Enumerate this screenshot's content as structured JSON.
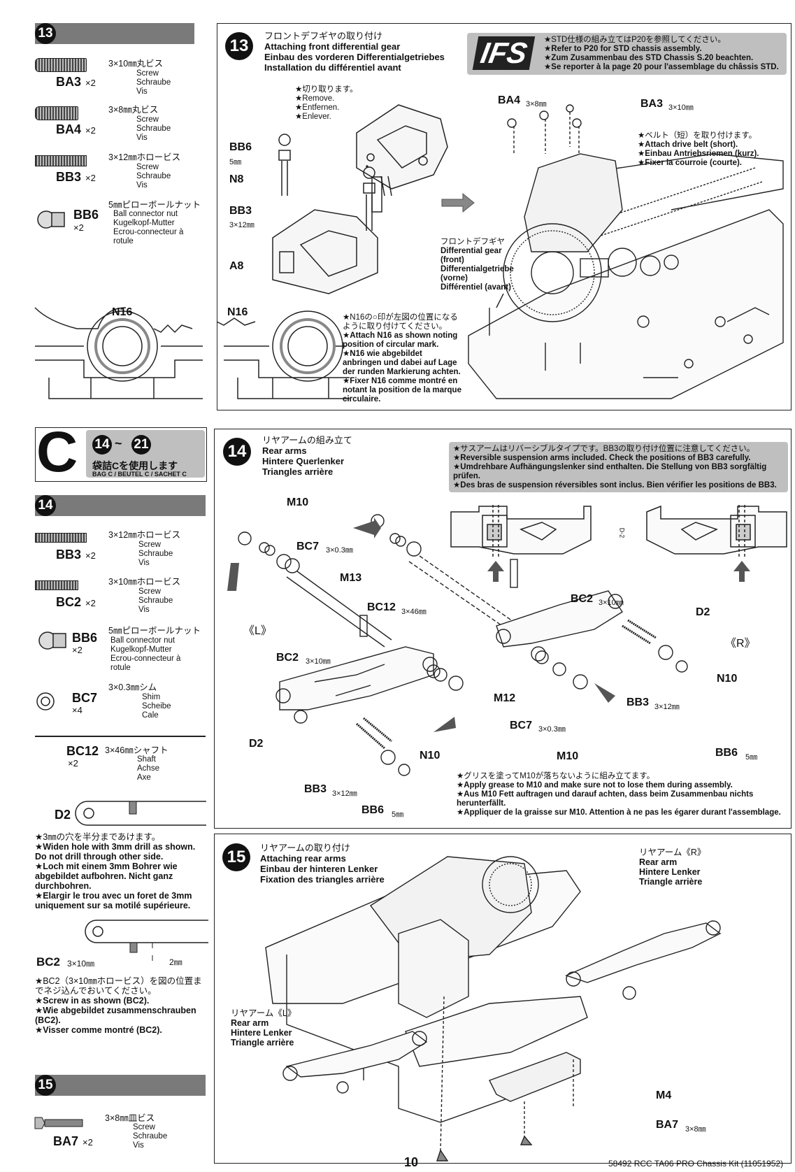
{
  "page": {
    "number": "10",
    "footer": "58492 RCC TA06 PRO Chassis Kit (11051952)"
  },
  "left": {
    "s13": {
      "num": "13",
      "parts": [
        {
          "code": "BA3",
          "qty": "×2",
          "jp": "3×10㎜丸ビス",
          "en": "Screw",
          "de": "Schraube",
          "fr": "Vis"
        },
        {
          "code": "BA4",
          "qty": "×2",
          "jp": "3×8㎜丸ビス",
          "en": "Screw",
          "de": "Schraube",
          "fr": "Vis"
        },
        {
          "code": "BB3",
          "qty": "×2",
          "jp": "3×12㎜ホロービス",
          "en": "Screw",
          "de": "Schraube",
          "fr": "Vis"
        },
        {
          "code": "BB6",
          "qty": "×2",
          "jp": "5㎜ピローボールナット",
          "en": "Ball connector nut",
          "de": "Kugelkopf-Mutter",
          "fr": "Ecrou-connecteur à rotule"
        }
      ]
    },
    "bagC": {
      "letter": "C",
      "range_a": "14",
      "range_sep": "~",
      "range_b": "21",
      "jp": "袋詰Cを使用します",
      "sub": "BAG C / BEUTEL C / SACHET C"
    },
    "s14": {
      "num": "14",
      "parts": [
        {
          "code": "BB3",
          "qty": "×2",
          "jp": "3×12㎜ホロービス",
          "en": "Screw",
          "de": "Schraube",
          "fr": "Vis"
        },
        {
          "code": "BC2",
          "qty": "×2",
          "jp": "3×10㎜ホロービス",
          "en": "Screw",
          "de": "Schraube",
          "fr": "Vis"
        },
        {
          "code": "BB6",
          "qty": "×2",
          "jp": "5㎜ピローボールナット",
          "en": "Ball connector nut",
          "de": "Kugelkopf-Mutter",
          "fr": "Ecrou-connecteur à rotule"
        },
        {
          "code": "BC7",
          "qty": "×4",
          "jp": "3×0.3㎜シム",
          "en": "Shim",
          "de": "Scheibe",
          "fr": "Cale"
        }
      ],
      "shaft": {
        "code": "BC12",
        "qty": "×2",
        "jp": "3×46㎜シャフト",
        "en": "Shaft",
        "de": "Achse",
        "fr": "Axe"
      },
      "d2_label": "D2",
      "drill_notes": [
        "★3㎜の穴を半分まであけます。",
        "★Widen hole with 3mm drill as shown. Do not drill through other side.",
        "★Loch mit einem 3mm Bohrer wie abgebildet aufbohren. Nicht ganz durchbohren.",
        "★Elargir le trou avec un foret de 3mm uniquement sur sa motilé supérieure."
      ],
      "bc2_label": "BC2",
      "bc2_size": "3×10㎜",
      "bc2_dim": "2㎜",
      "screw_notes": [
        "★BC2（3×10㎜ホロービス）を図の位置までネジ込んでおいてください。",
        "★Screw in as shown (BC2).",
        "★Wie abgebildet zusammenschrauben (BC2).",
        "★Visser comme montré (BC2)."
      ]
    },
    "s15": {
      "num": "15",
      "parts": [
        {
          "code": "BA7",
          "qty": "×2",
          "jp": "3×8㎜皿ビス",
          "en": "Screw",
          "de": "Schraube",
          "fr": "Vis"
        }
      ]
    }
  },
  "step13": {
    "num": "13",
    "titles": [
      "フロントデフギヤの取り付け",
      "Attaching front differential gear",
      "Einbau des vorderen Differentialgetriebes",
      "Installation du différentiel avant"
    ],
    "ifs": {
      "logo": "IFS",
      "notes": [
        "★STD仕様の組み立てはP20を参照してください。",
        "★Refer to P20 for STD chassis assembly.",
        "★Zum Zusammenbau des STD Chassis S.20 beachten.",
        "★Se reporter à la page 20 pour l'assemblage du châssis STD."
      ]
    },
    "remove": [
      "★切り取ります。",
      "★Remove.",
      "★Entfernen.",
      "★Enlever."
    ],
    "labels": {
      "bb6": "BB6",
      "bb6_size": "5㎜",
      "n8": "N8",
      "bb3": "BB3",
      "bb3_size": "3×12㎜",
      "a8": "A8",
      "n16a": "N16",
      "n16b": "N16",
      "ba4": "BA4",
      "ba4_size": "3×8㎜",
      "ba3": "BA3",
      "ba3_size": "3×10㎜"
    },
    "belt": [
      "★ベルト（短）を取り付けます。",
      "★Attach drive belt (short).",
      "★Einbau Antriebsriemen (kurz).",
      "★Fixer la courroie (courte)."
    ],
    "diff": [
      "フロントデフギヤ",
      "Differential gear",
      "(front)",
      "Differentialgetriebe",
      "(vorne)",
      "Différentiel (avant)"
    ],
    "n16_notes": [
      "★N16の○印が左図の位置になるように取り付けてください。",
      "★Attach N16 as shown noting position of circular mark.",
      "★N16 wie abgebildet anbringen und dabei auf Lage der runden Markierung achten.",
      "★Fixer N16 comme montré en notant la position de la marque circulaire."
    ]
  },
  "step14": {
    "num": "14",
    "titles": [
      "リヤアームの組み立て",
      "Rear arms",
      "Hintere Querlenker",
      "Triangles arrière"
    ],
    "notes": [
      "★サスアームはリバーシブルタイプです。BB3の取り付け位置に注意してください。",
      "★Reversible suspension arms included. Check the positions of BB3 carefully.",
      "★Umdrehbare Aufhängungslenker sind enthalten. Die Stellung von BB3 sorgfältig prüfen.",
      "★Des bras de suspension réversibles sont inclus. Bien vérifier les positions de BB3."
    ],
    "labels": {
      "m10a": "M10",
      "bc7a": "BC7",
      "bc7a_size": "3×0.3㎜",
      "m13": "M13",
      "bc12": "BC12",
      "bc12_size": "3×46㎜",
      "left": "《L》",
      "right": "《R》",
      "bc2a": "BC2",
      "bc2a_size": "3×10㎜",
      "bc2b": "BC2",
      "bc2b_size": "3×10㎜",
      "d2a": "D2",
      "d2b": "D2",
      "m12": "M12",
      "bc7b": "BC7",
      "bc7b_size": "3×0.3㎜",
      "m10b": "M10",
      "n10a": "N10",
      "n10b": "N10",
      "bb3a": "BB3",
      "bb3a_size": "3×12㎜",
      "bb3b": "BB3",
      "bb3b_size": "3×12㎜",
      "bb6a": "BB6",
      "bb6a_size": "5㎜",
      "bb6b": "BB6",
      "bb6b_size": "5㎜",
      "d2mark": "D-2"
    },
    "grease": [
      "★グリスを塗ってM10が落ちないように組み立てます。",
      "★Apply grease to M10 and make sure not to lose them during assembly.",
      "★Aus M10 Fett auftragen und darauf achten, dass beim Zusammenbau nichts herunterfällt.",
      "★Appliquer de la graisse sur M10. Attention à ne pas les égarer durant l'assemblage."
    ]
  },
  "step15": {
    "num": "15",
    "titles": [
      "リヤアームの取り付け",
      "Attaching rear arms",
      "Einbau der hinteren Lenker",
      "Fixation des triangles arrière"
    ],
    "right_arm": [
      "リヤアーム《R》",
      "Rear arm",
      "Hintere Lenker",
      "Triangle arrière"
    ],
    "left_arm": [
      "リヤアーム《L》",
      "Rear arm",
      "Hintere Lenker",
      "Triangle arrière"
    ],
    "labels": {
      "m4": "M4",
      "ba7": "BA7",
      "ba7_size": "3×8㎜"
    }
  }
}
